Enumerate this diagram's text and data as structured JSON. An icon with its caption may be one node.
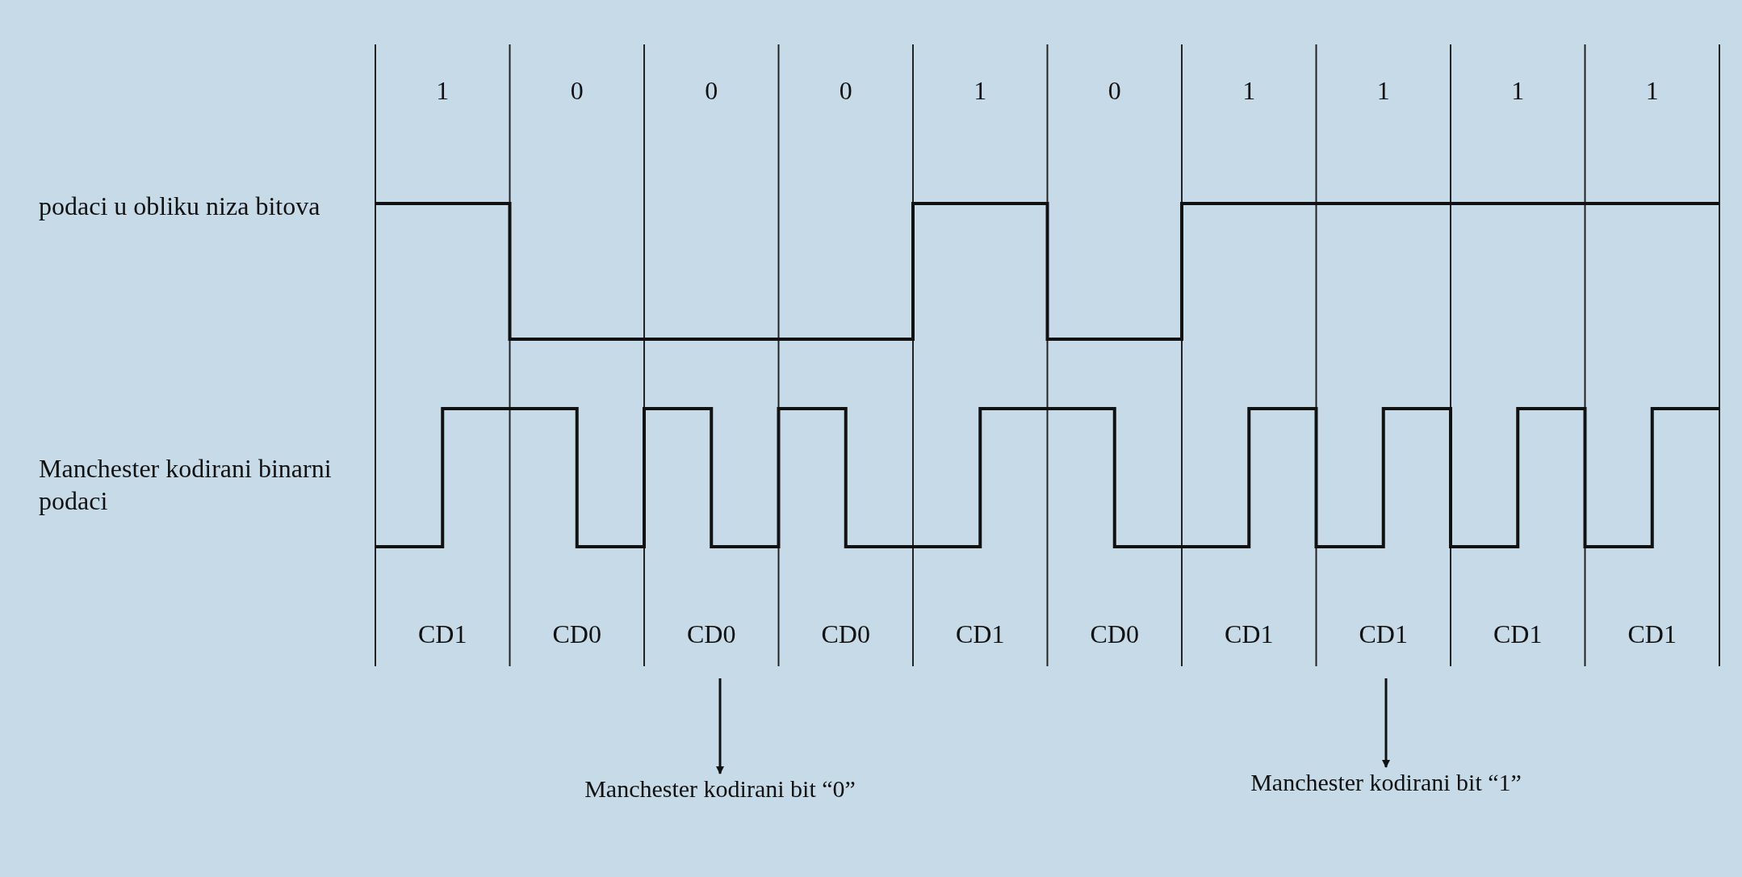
{
  "diagram": {
    "nodes": [
      {
        "text": [
          "Manchester kodirani bit “0”"
        ]
      },
      {
        "text": [
          "Manchester kodirani bit “1”"
        ]
      }
    ],
    "edges": [
      {
        "from": null,
        "to": 0,
        "arrow": "to"
      },
      {
        "from": null,
        "to": 1,
        "arrow": "to"
      }
    ],
    "labels": [
      "1",
      "0",
      "0",
      "0",
      "1",
      "0",
      "1",
      "1",
      "1",
      "1",
      "podaci u obliku niza bitova",
      "Manchester kodirani binarni podaci",
      "CD1",
      "CD0",
      "CD0",
      "CD0",
      "CD1",
      "CD0",
      "CD1",
      "CD1",
      "CD1",
      "CD1"
    ]
  }
}
